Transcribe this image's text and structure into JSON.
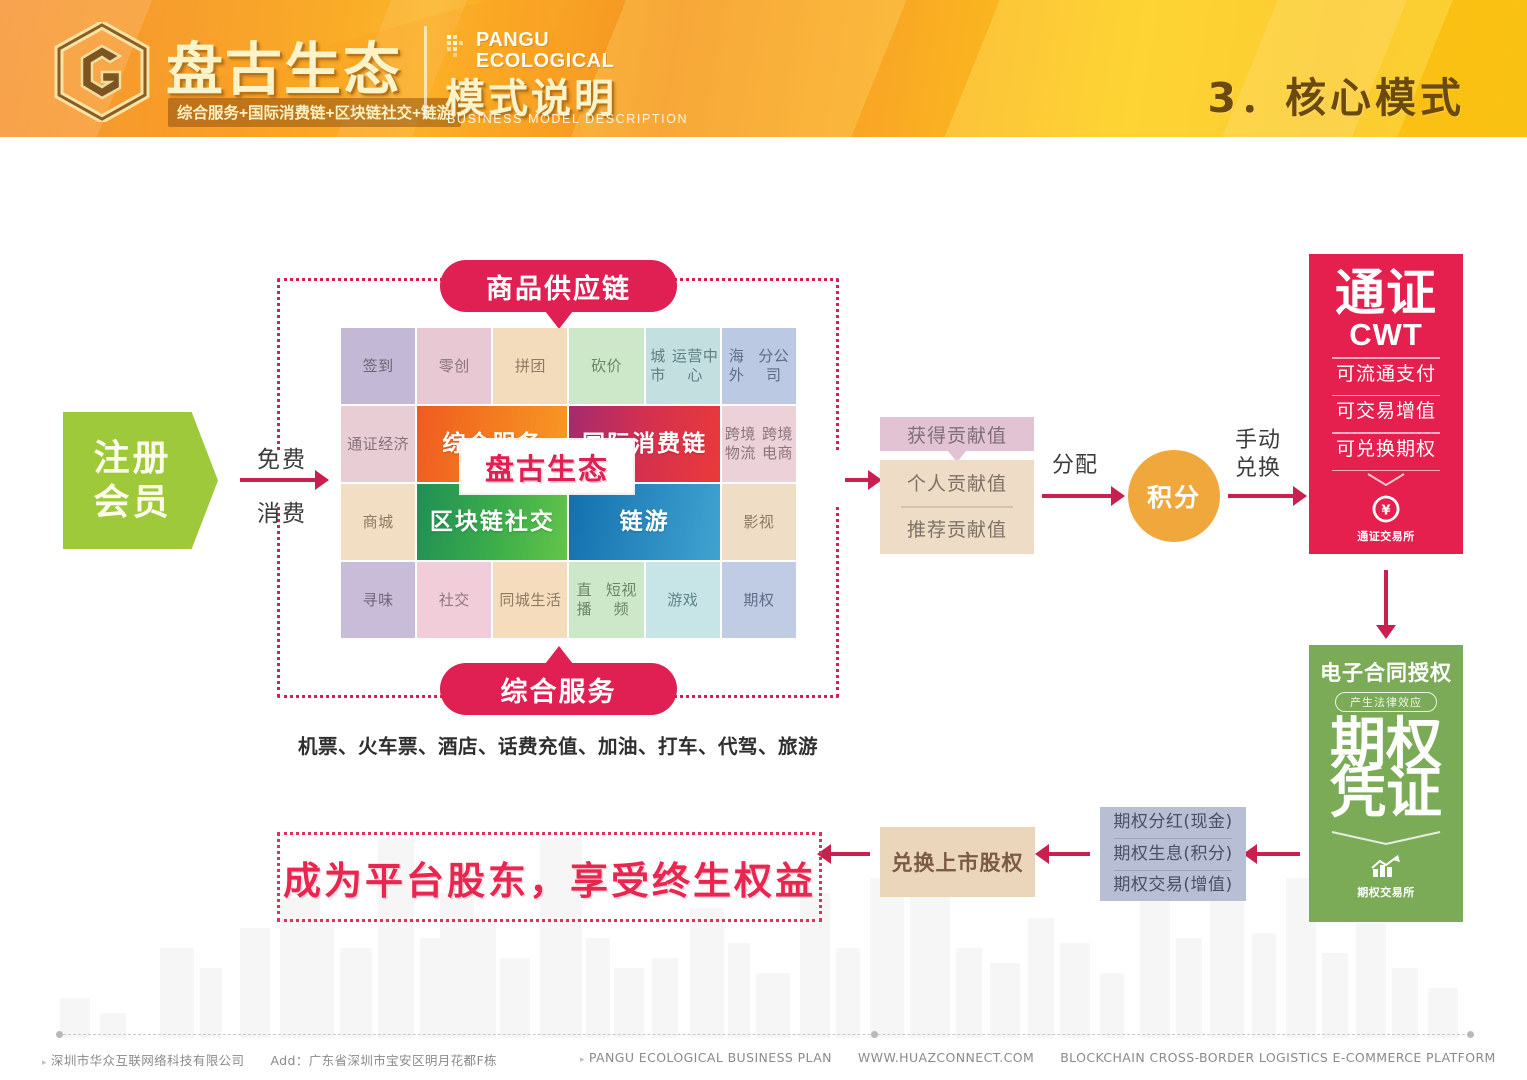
{
  "header": {
    "logo_icon": "hexagon-g-logo",
    "brand_cn": "盘古生态",
    "brand_tagline": "综合服务+国际消费链+区块链社交+链游",
    "brand_en_line1": "PANGU",
    "brand_en_line2": "ECOLOGICAL",
    "mode_cn": "模式说明",
    "mode_en": "BUSINESS MODEL DESCRIPTION",
    "section_title": "3．核心模式"
  },
  "flow": {
    "register": {
      "line1": "注册",
      "line2": "会员"
    },
    "arrow_free": "免费",
    "arrow_spend": "消费",
    "arrow_allocate": "分配",
    "arrow_manual_line1": "手动",
    "arrow_manual_line2": "兑换",
    "supply_chain_pill": "商品供应链",
    "services_pill": "综合服务",
    "services_list": "机票、火车票、酒店、话费充值、加油、打车、代驾、旅游",
    "ecosystem_badge": "盘古生态"
  },
  "grid": {
    "cells": [
      {
        "label": "签到",
        "bg": "#c3b9d6",
        "color": "#6b6570",
        "big": false
      },
      {
        "label": "零创",
        "bg": "#e8c9d3",
        "color": "#8a7480",
        "big": false
      },
      {
        "label": "拼团",
        "bg": "#f3dcbc",
        "color": "#8e7b63",
        "big": false
      },
      {
        "label": "砍价",
        "bg": "#cde8c9",
        "color": "#6d8469",
        "big": false
      },
      {
        "label": "城市\n运营中心",
        "bg": "#c3dfe0",
        "color": "#5f7f83",
        "big": false
      },
      {
        "label": "海外\n分公司",
        "bg": "#bcc9e2",
        "color": "#5e6c87",
        "big": false
      },
      {
        "label": "通证\n经济",
        "bg": "#e8cdd5",
        "color": "#85727a",
        "big": false
      },
      {
        "label": "综合服务",
        "bg": "linear-gradient(100deg,#ef5a21 0%,#f47a20 48%,#f79a25 100%)",
        "color": "#ffffff",
        "big": true
      },
      {
        "label": "国际消费链",
        "bg": "linear-gradient(100deg,#a52a6e 0%,#d33050 48%,#ea3a3a 100%)",
        "color": "#ffffff",
        "big": true
      },
      {
        "label": "跨境物流\n跨境电商",
        "bg": "#ecd1d8",
        "color": "#8a757c",
        "big": false
      },
      {
        "label": "商城",
        "bg": "#f1dec3",
        "color": "#8b7a62",
        "big": false
      },
      {
        "label": "区块链社交",
        "bg": "linear-gradient(100deg,#1f8f56 0%,#3cae4a 55%,#63c44a 100%)",
        "color": "#ffffff",
        "big": true
      },
      {
        "label": "链游",
        "bg": "linear-gradient(100deg,#1270ad 0%,#2e8fc4 60%,#3fa3cf 100%)",
        "color": "#ffffff",
        "big": true
      },
      {
        "label": "影视",
        "bg": "#f0ddc6",
        "color": "#8b7a62",
        "big": false
      },
      {
        "label": "寻味",
        "bg": "#c9bcd9",
        "color": "#6f6679",
        "big": false
      },
      {
        "label": "社交",
        "bg": "#f0cdd8",
        "color": "#8f7680",
        "big": false
      },
      {
        "label": "同城\n生活",
        "bg": "#f4dcbd",
        "color": "#8e7b63",
        "big": false
      },
      {
        "label": "直播\n短视频",
        "bg": "#cde8c9",
        "color": "#6d8469",
        "big": false
      },
      {
        "label": "游戏",
        "bg": "#c7e5e6",
        "color": "#5f8386",
        "big": false
      },
      {
        "label": "期权",
        "bg": "#c0cce4",
        "color": "#5e6c87",
        "big": false
      }
    ]
  },
  "contribution": {
    "header": "获得贡献值",
    "row1": "个人贡献值",
    "row2": "推荐贡献值",
    "points": "积分"
  },
  "cwt_card": {
    "title_cn": "通证",
    "title_en": "CWT",
    "features": [
      "可流通支付",
      "可交易增值",
      "可兑换期权"
    ],
    "badge_icon": "yuan-exchange-icon",
    "badge_label": "通证交易所",
    "bg": "#e51f4e"
  },
  "option_card": {
    "top_label": "电子合同授权",
    "capsule": "产生法律效应",
    "title_line1": "期权",
    "title_line2": "凭证",
    "badge_icon": "chart-growth-icon",
    "badge_label": "期权交易所",
    "bg": "#7bab56"
  },
  "rights": {
    "row1": "期权分红(现金)",
    "row2": "期权生息(积分)",
    "row3": "期权交易(增值)"
  },
  "exchange_box": "兑换上市股权",
  "final_statement": "成为平台股东，享受终生权益",
  "footer": {
    "company": "深圳市华众互联网络科技有限公司",
    "address": "Add：广东省深圳市宝安区明月花都F栋",
    "plan": "PANGU ECOLOGICAL BUSINESS PLAN",
    "website": "WWW.HUAZCONNECT.COM",
    "platform": "BLOCKCHAIN CROSS-BORDER LOGISTICS E-COMMERCE PLATFORM"
  }
}
